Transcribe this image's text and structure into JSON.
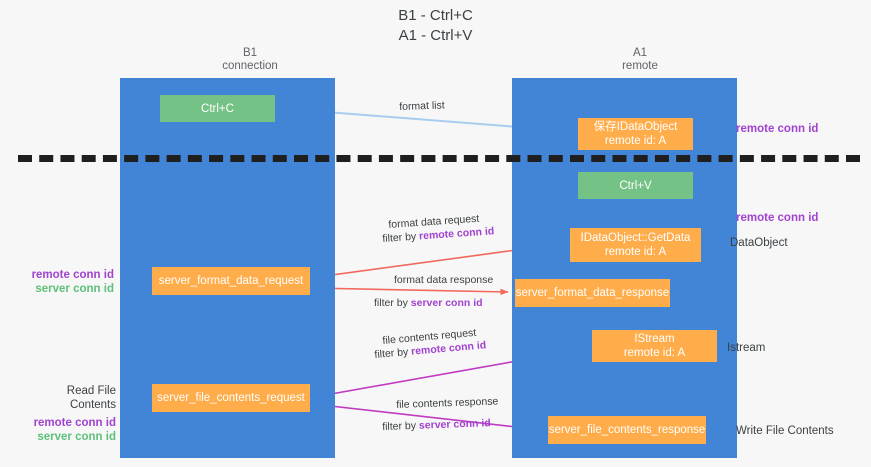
{
  "title": "B1 - Ctrl+C\nA1 - Ctrl+V",
  "title_line1": "B1 - Ctrl+C",
  "title_line2": "A1 - Ctrl+V",
  "columns": [
    {
      "name": "B1",
      "sub": "connection"
    },
    {
      "name": "A1",
      "sub": "remote"
    }
  ],
  "nodes": {
    "ctrl_c": {
      "label": "Ctrl+C",
      "color": "#74c285"
    },
    "idataobject": {
      "line1": "保存IDataObject",
      "line2": "remote id: A",
      "color": "#ffac4a"
    },
    "ctrl_v": {
      "label": "Ctrl+V",
      "color": "#74c285"
    },
    "getdata": {
      "line1": "IDataObject::GetData",
      "line2": "remote id: A",
      "color": "#ffac4a"
    },
    "server_format_data_request": {
      "label": "server_format_data_request",
      "color": "#ffac4a"
    },
    "server_format_data_response": {
      "label": "server_format_data_response",
      "color": "#ffac4a"
    },
    "istream": {
      "line1": "IStream",
      "line2": "remote id: A",
      "color": "#ffac4a"
    },
    "server_file_contents_request": {
      "label": "server_file_contents_request",
      "color": "#ffac4a"
    },
    "server_file_contents_response": {
      "label": "server_file_contents_response",
      "color": "#ffac4a"
    }
  },
  "side_labels": {
    "remote_conn_id_top": "remote conn id",
    "remote_conn_id_mid": "remote conn id",
    "dataobject": "DataObject",
    "istream": "Istream",
    "write_file_contents": "Write File Contents",
    "read_file_contents": "Read File Contents",
    "remote_conn_id": "remote conn id",
    "server_conn_id": "server conn id"
  },
  "edges": {
    "format_list": {
      "caption": "format list",
      "color": "#a8cdf0"
    },
    "format_data_request": {
      "caption": "format data request",
      "filter_prefix": "filter by ",
      "filter_key": "remote conn id",
      "color": "#f2685c"
    },
    "format_data_response": {
      "caption": "format data response",
      "filter_prefix": "filter by ",
      "filter_key": "server conn id",
      "color": "#f2685c"
    },
    "file_contents_request": {
      "caption": "file contents request",
      "filter_prefix": "filter by ",
      "filter_key": "remote conn id",
      "color": "#c13ac1"
    },
    "file_contents_response": {
      "caption": "file contents response",
      "filter_prefix": "filter by ",
      "filter_key": "server conn id",
      "color": "#c13ac1"
    }
  },
  "colors": {
    "lane": "#4285d6",
    "green_node": "#74c285",
    "orange_node": "#ffac4a",
    "purple_text": "#a142d0",
    "green_text": "#5ec07a",
    "divider": "#1f1f1f",
    "background": "#f7f7f7"
  }
}
